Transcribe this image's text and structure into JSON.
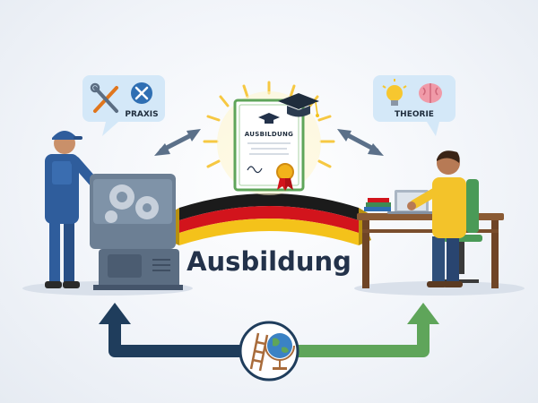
{
  "title": "Ausbildung",
  "certificate": {
    "title": "AUSBILDUNG"
  },
  "bubbles": {
    "praxis": {
      "label": "PRAXIS"
    },
    "theorie": {
      "label": "THEORIE"
    }
  },
  "colors": {
    "flag_black": "#1b1b1b",
    "flag_red": "#d2141c",
    "flag_gold": "#f4c21a",
    "left_arrow": "#1f3d5c",
    "right_arrow": "#5fa55a",
    "worker_blue": "#2f5d9c",
    "student_yellow": "#f3c32a"
  }
}
